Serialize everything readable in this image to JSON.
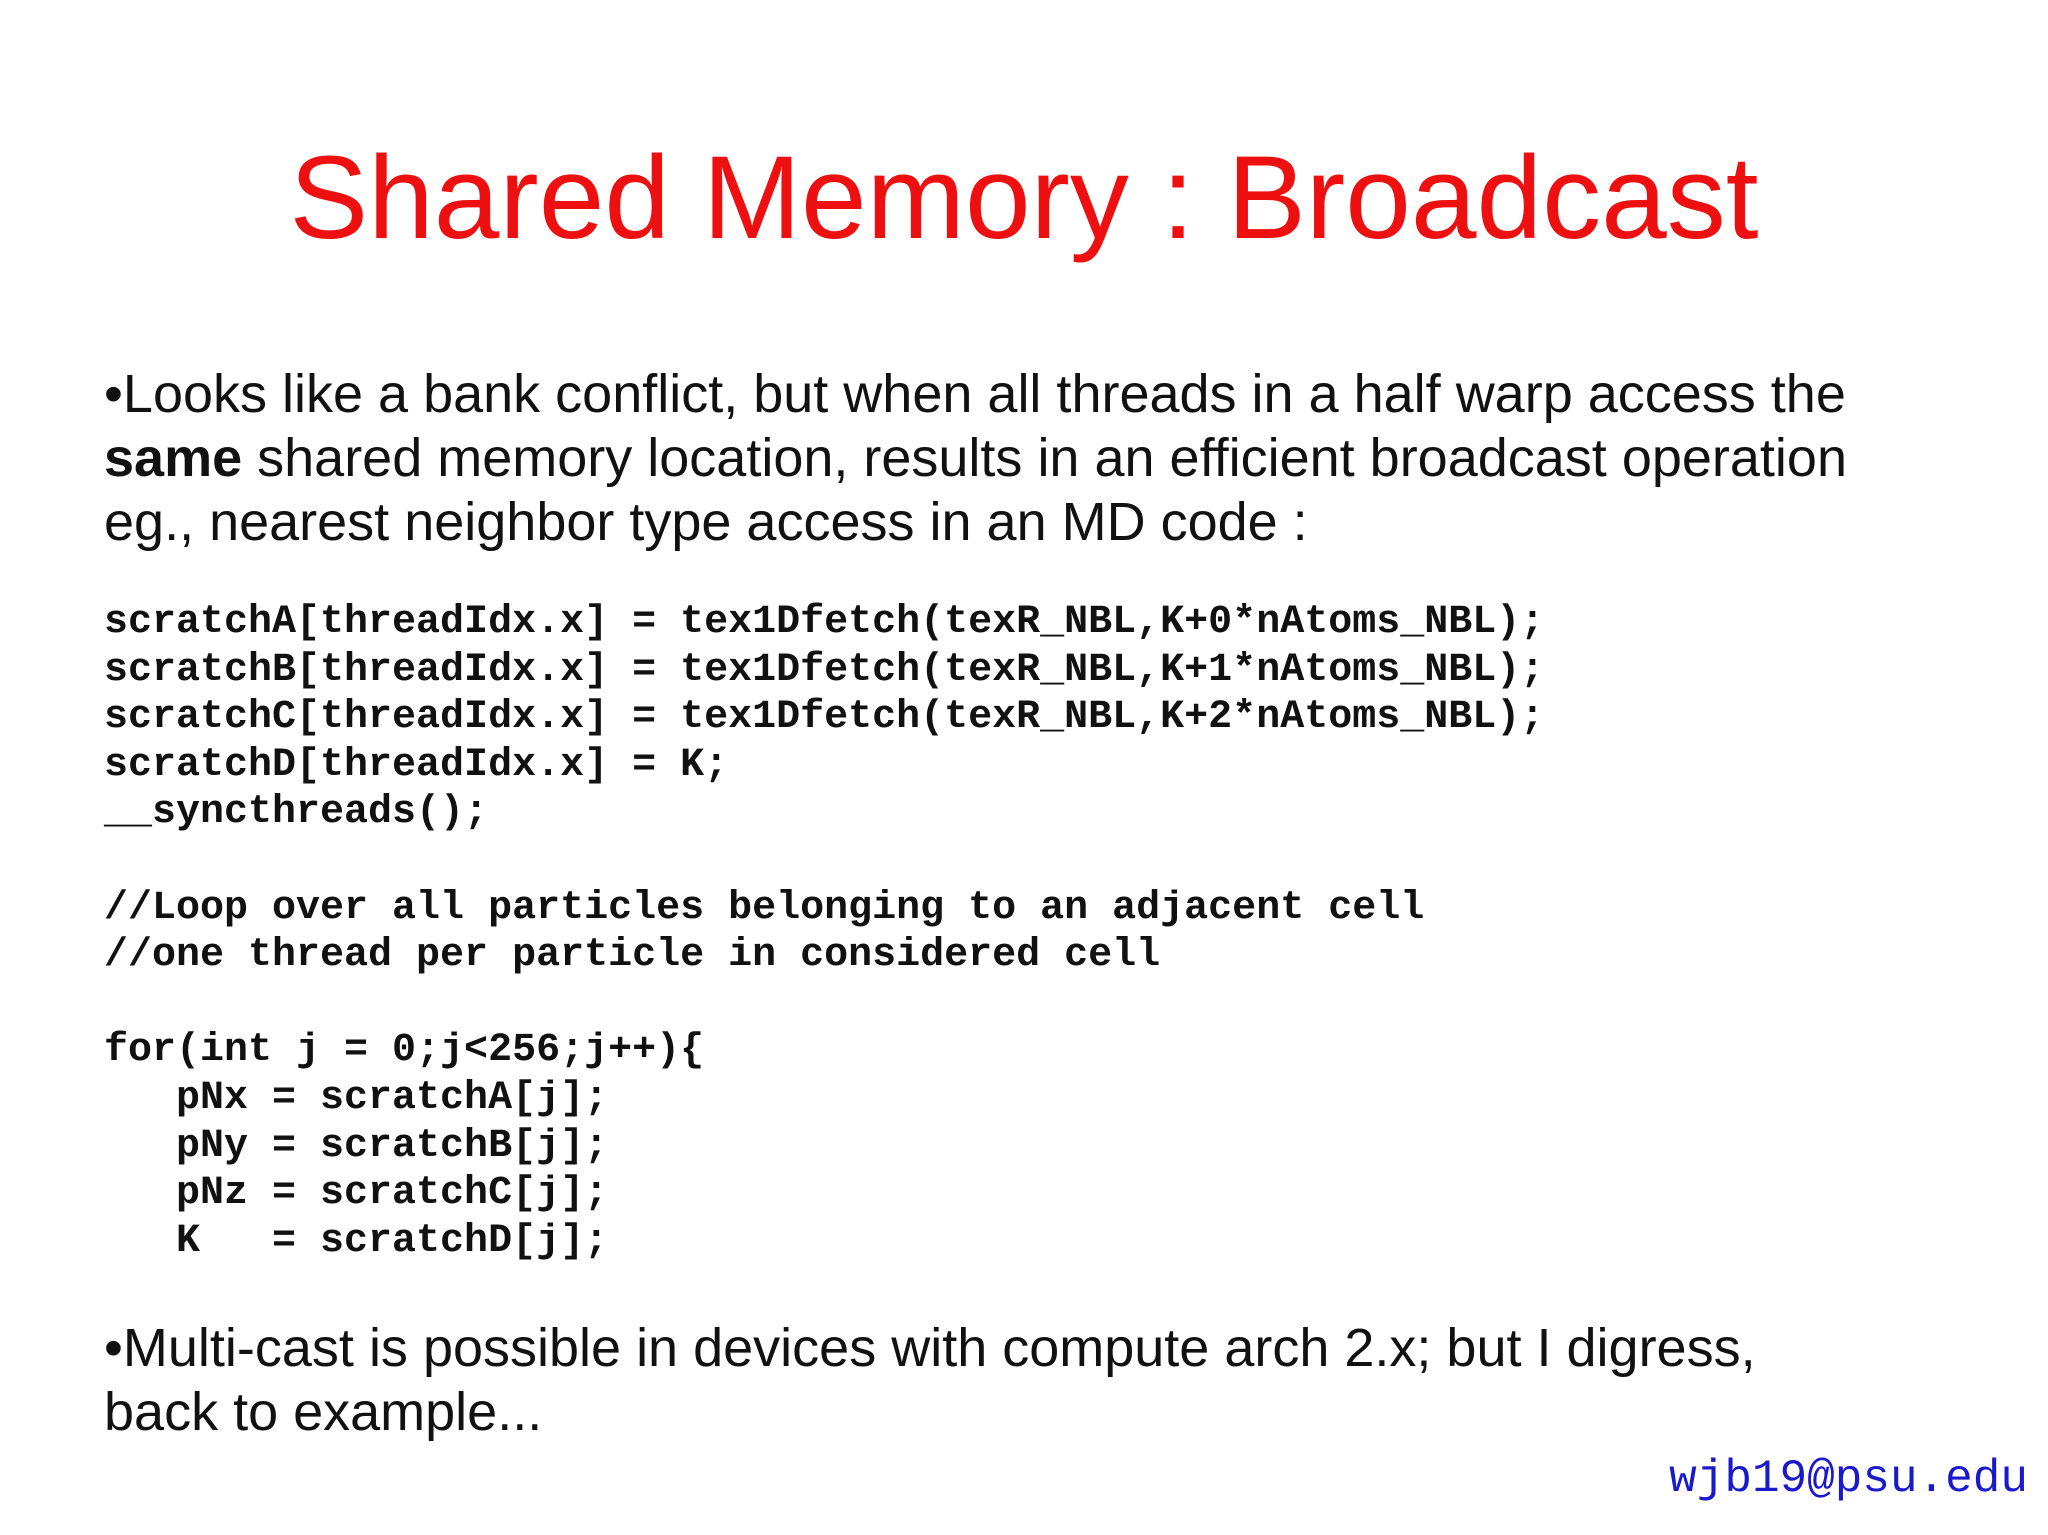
{
  "slide": {
    "title": "Shared Memory : Broadcast",
    "bullet1": {
      "marker": "•",
      "lead": "Looks like a bank conflict, but when all threads in a half warp access the",
      "bold": "same",
      "rest": " shared memory location, results in an efficient broadcast operation",
      "line3": "eg., nearest neighbor type access in an MD code :"
    },
    "code_lines": [
      "scratchA[threadIdx.x] = tex1Dfetch(texR_NBL,K+0*nAtoms_NBL);",
      "scratchB[threadIdx.x] = tex1Dfetch(texR_NBL,K+1*nAtoms_NBL);",
      "scratchC[threadIdx.x] = tex1Dfetch(texR_NBL,K+2*nAtoms_NBL);",
      "scratchD[threadIdx.x] = K;",
      "__syncthreads();",
      "",
      "//Loop over all particles belonging to an adjacent cell",
      "//one thread per particle in considered cell",
      "",
      "for(int j = 0;j<256;j++){",
      "   pNx = scratchA[j];",
      "   pNy = scratchB[j];",
      "   pNz = scratchC[j];",
      "   K   = scratchD[j];"
    ],
    "bullet2": {
      "marker": "•",
      "line1": "Multi-cast is possible in devices with compute arch 2.x; but I digress,",
      "line2": "back to example..."
    },
    "footer_email": "wjb19@psu.edu"
  },
  "colors": {
    "title": "#ee1010",
    "text": "#111111",
    "footer": "#1a1acc",
    "background": "#ffffff"
  }
}
